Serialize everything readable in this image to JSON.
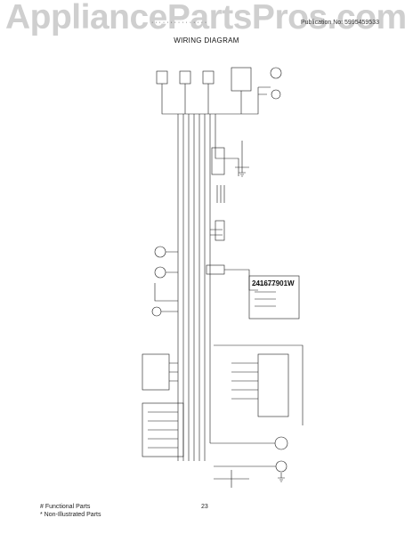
{
  "watermark": "AppliancePartsPros.com",
  "header": {
    "models_fragment": "· · · · · · · · · · · · · · ·",
    "publication": "Publication No: 5995459533"
  },
  "title": "WIRING DIAGRAM",
  "part_number": "241677901W",
  "footer": {
    "functional_parts": "# Functional Parts",
    "non_illustrated": "* Non-Illustrated Parts",
    "page_number": "23"
  },
  "colors": {
    "line": "#1a1a1a",
    "watermark": "#cfcfcf"
  },
  "icons": [
    "fan-motor-icon",
    "ground-icon",
    "connector-block-icon"
  ]
}
